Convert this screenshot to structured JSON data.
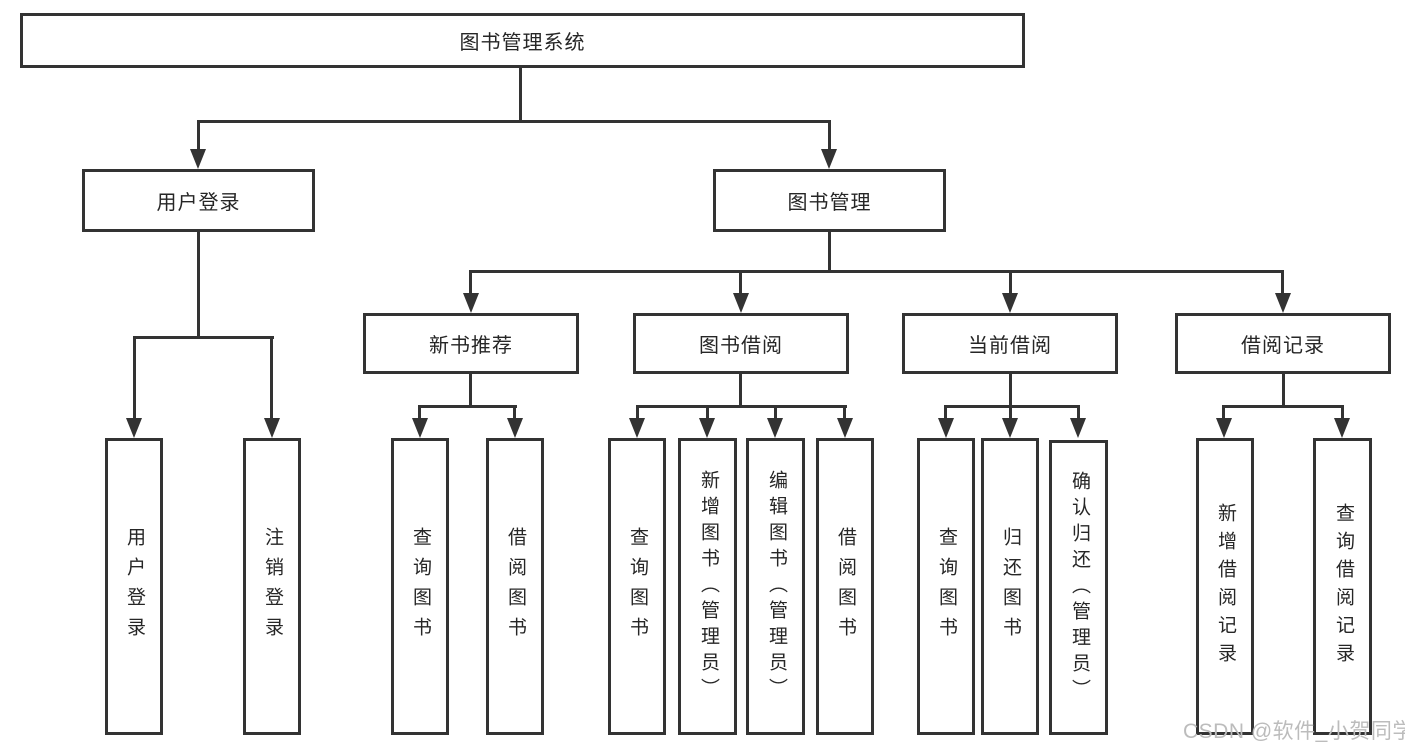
{
  "diagram": {
    "root": {
      "label": "图书管理系统"
    },
    "level2": [
      {
        "label": "用户登录"
      },
      {
        "label": "图书管理"
      }
    ],
    "level3": [
      {
        "label": "新书推荐"
      },
      {
        "label": "图书借阅"
      },
      {
        "label": "当前借阅"
      },
      {
        "label": "借阅记录"
      }
    ],
    "leaves": [
      {
        "label": "用户登录"
      },
      {
        "label": "注销登录"
      },
      {
        "label": "查询图书"
      },
      {
        "label": "借阅图书"
      },
      {
        "label": "查询图书"
      },
      {
        "label": "新增图书（管理员）"
      },
      {
        "label": "编辑图书（管理员）"
      },
      {
        "label": "借阅图书"
      },
      {
        "label": "查询图书"
      },
      {
        "label": "归还图书"
      },
      {
        "label": "确认归还（管理员）"
      },
      {
        "label": "新增借阅记录"
      },
      {
        "label": "查询借阅记录"
      }
    ]
  },
  "watermark": "CSDN @软件_小贺同学",
  "colors": {
    "line": "#333333",
    "text": "#262626",
    "background": "#ffffff",
    "watermark": "#bcbcbc"
  }
}
